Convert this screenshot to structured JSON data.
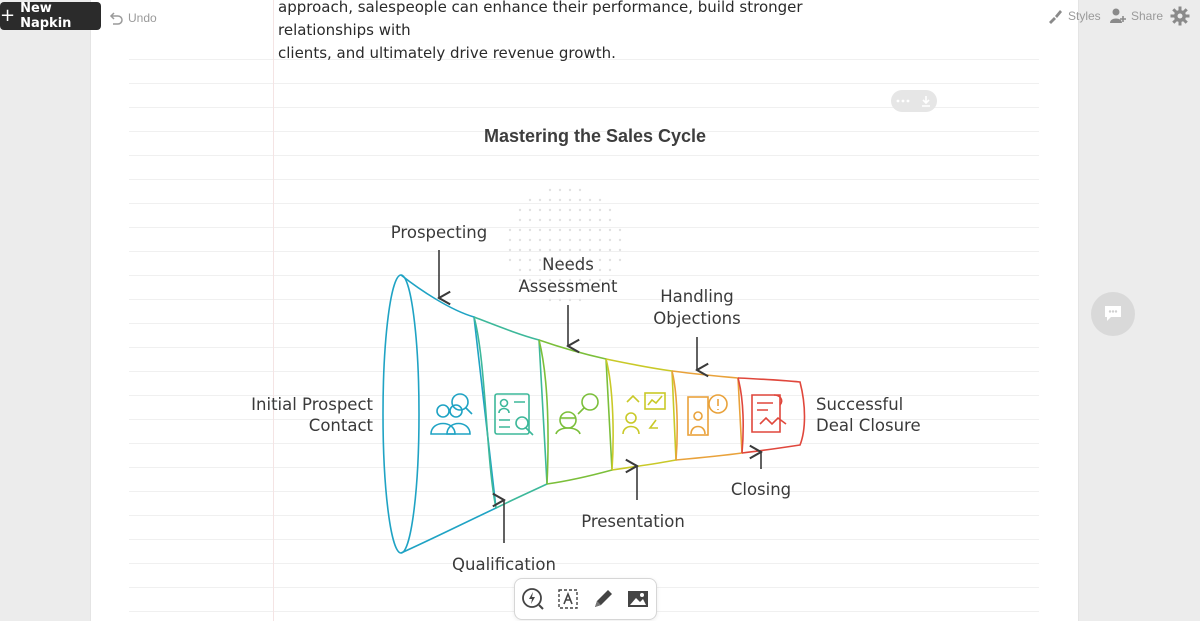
{
  "toolbar": {
    "new_napkin_label": "New Napkin",
    "undo_label": "Undo",
    "styles_label": "Styles",
    "share_label": "Share"
  },
  "document": {
    "paragraph_lines": [
      "approach, salespeople can enhance their performance, build stronger relationships with",
      "clients, and ultimately drive revenue growth."
    ]
  },
  "visual": {
    "title": "Mastering the Sales Cycle",
    "start_label_line1": "Initial Prospect",
    "start_label_line2": "Contact",
    "end_label_line1": "Successful",
    "end_label_line2": "Deal Closure",
    "stages": [
      {
        "label_lines": [
          "Prospecting"
        ],
        "color": "#1fa3c4",
        "icon": "people-search-icon"
      },
      {
        "label_lines": [
          "Qualification"
        ],
        "color": "#3db89a",
        "icon": "profile-search-icon"
      },
      {
        "label_lines": [
          "Needs",
          "Assessment"
        ],
        "color": "#7bbf3a",
        "icon": "person-search-icon"
      },
      {
        "label_lines": [
          "Presentation"
        ],
        "color": "#c9c928",
        "icon": "presenter-chart-icon"
      },
      {
        "label_lines": [
          "Handling",
          "Objections"
        ],
        "color": "#e9a23b",
        "icon": "objection-alert-icon"
      },
      {
        "label_lines": [
          "Closing"
        ],
        "color": "#e0473c",
        "icon": "contract-handshake-icon"
      }
    ]
  },
  "colors": {
    "funnel_teal": "#1fa3c4",
    "funnel_red": "#e0473c",
    "button_dark": "#2b2b2b",
    "text_dark": "#3a3a3a"
  }
}
